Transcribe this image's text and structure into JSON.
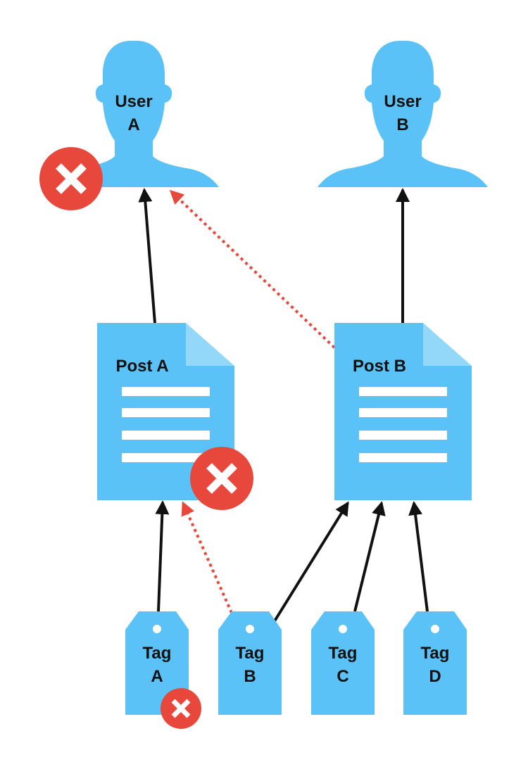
{
  "colors": {
    "node_fill": "#5ac2f6",
    "document_lines": "#ffffff",
    "arrow_solid": "#111111",
    "arrow_dotted": "#e8473b",
    "delete_badge": "#e8473b",
    "delete_mark": "#ffffff",
    "background": "#ffffff"
  },
  "users": [
    {
      "id": "user-a",
      "icon": "user-silhouette-icon",
      "line1": "User",
      "line2": "A",
      "deleted": true
    },
    {
      "id": "user-b",
      "icon": "user-silhouette-icon",
      "line1": "User",
      "line2": "B",
      "deleted": false
    }
  ],
  "posts": [
    {
      "id": "post-a",
      "icon": "document-icon",
      "label": "Post A",
      "deleted": true
    },
    {
      "id": "post-b",
      "icon": "document-icon",
      "label": "Post B",
      "deleted": false
    }
  ],
  "tags": [
    {
      "id": "tag-a",
      "icon": "tag-icon",
      "line1": "Tag",
      "line2": "A",
      "deleted": true
    },
    {
      "id": "tag-b",
      "icon": "tag-icon",
      "line1": "Tag",
      "line2": "B",
      "deleted": false
    },
    {
      "id": "tag-c",
      "icon": "tag-icon",
      "line1": "Tag",
      "line2": "C",
      "deleted": false
    },
    {
      "id": "tag-d",
      "icon": "tag-icon",
      "line1": "Tag",
      "line2": "D",
      "deleted": false
    }
  ],
  "edges": [
    {
      "from": "post-a",
      "to": "user-a",
      "style": "solid"
    },
    {
      "from": "post-b",
      "to": "user-b",
      "style": "solid"
    },
    {
      "from": "post-b",
      "to": "user-a",
      "style": "dotted"
    },
    {
      "from": "tag-a",
      "to": "post-a",
      "style": "solid"
    },
    {
      "from": "tag-b",
      "to": "post-a",
      "style": "dotted"
    },
    {
      "from": "tag-b",
      "to": "post-b",
      "style": "solid"
    },
    {
      "from": "tag-c",
      "to": "post-b",
      "style": "solid"
    },
    {
      "from": "tag-d",
      "to": "post-b",
      "style": "solid"
    }
  ],
  "delete_icon": "close-circle-icon"
}
